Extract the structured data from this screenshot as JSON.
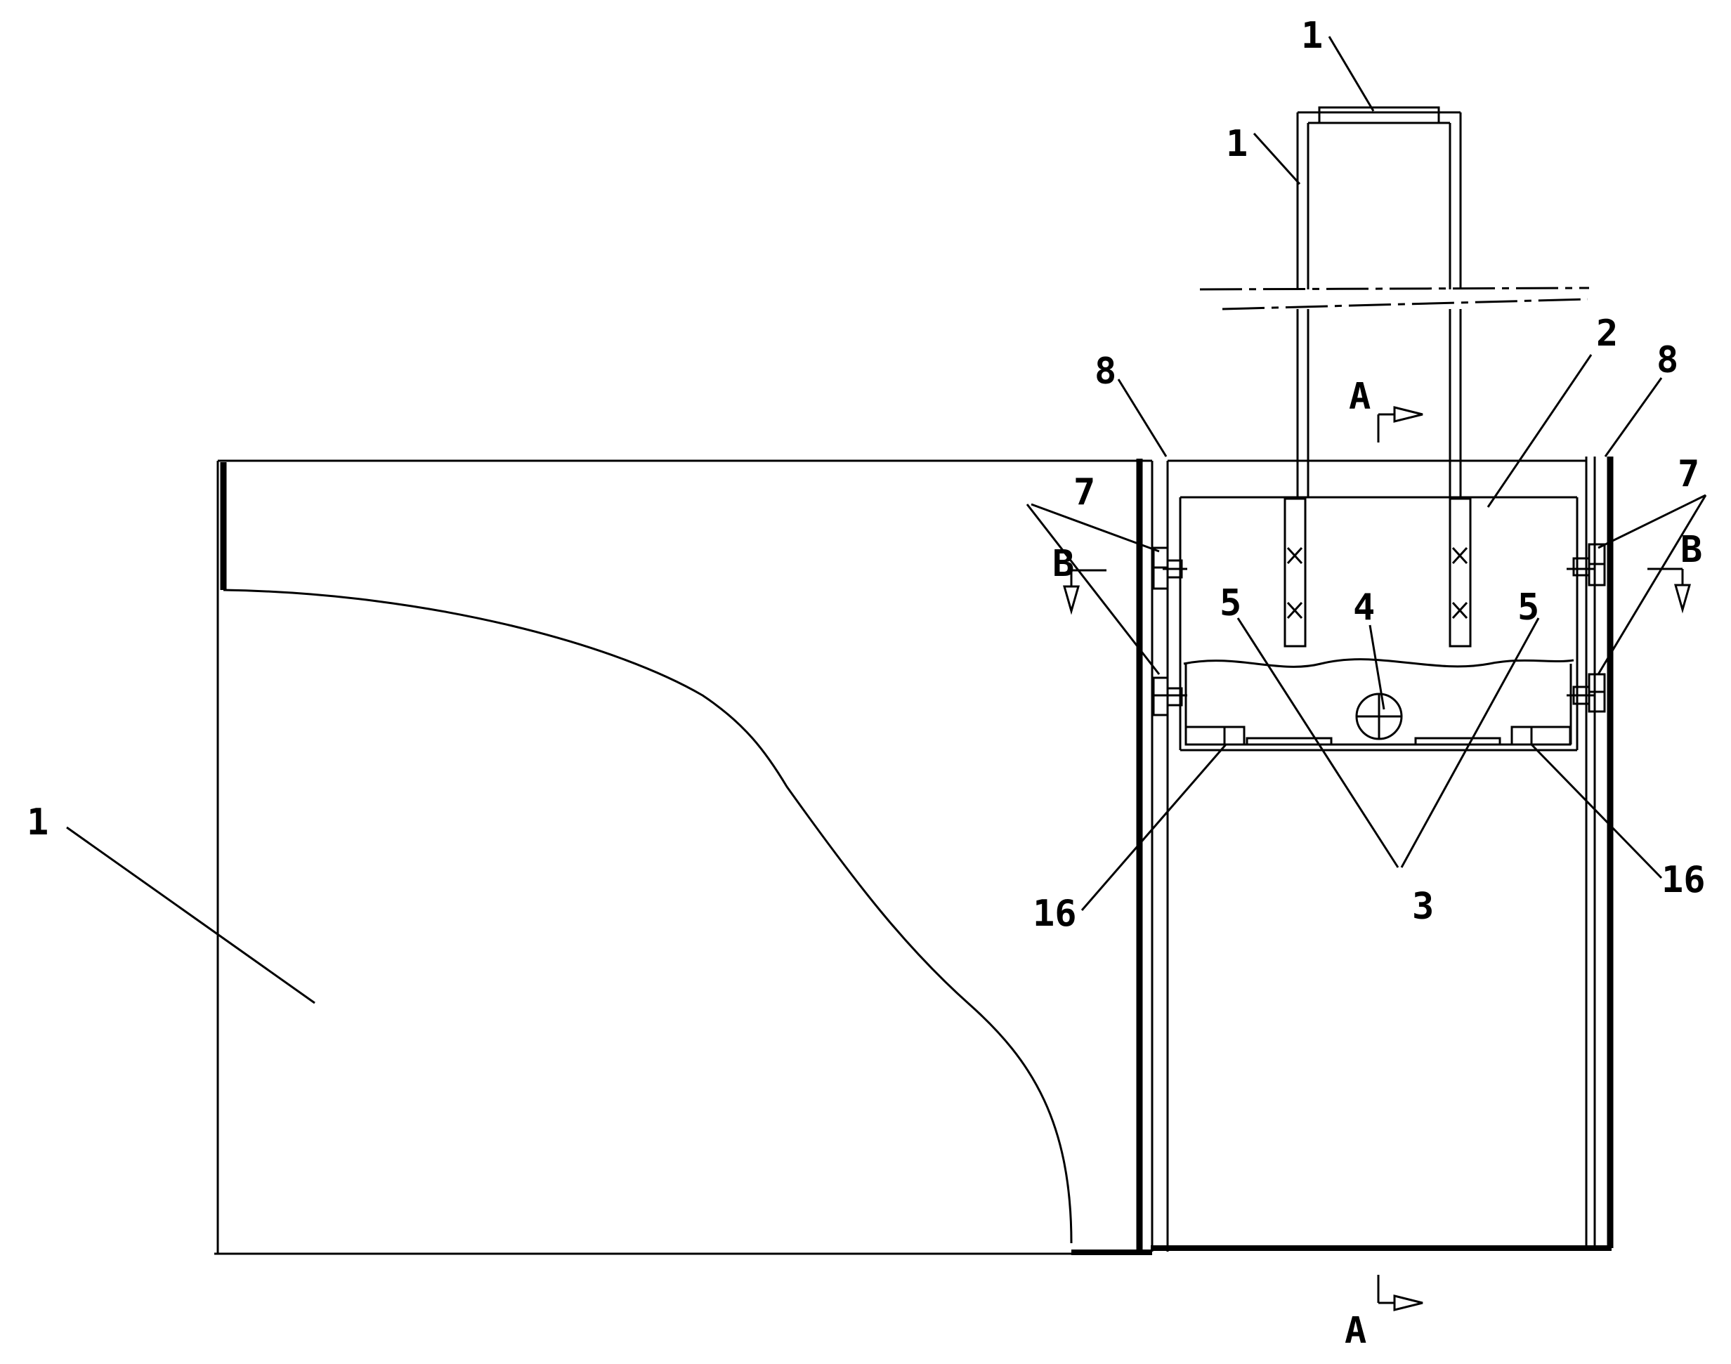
{
  "drawing": {
    "type": "mechanical-section-drawing",
    "line_color": "#000000",
    "background": "#ffffff"
  },
  "labels": {
    "top_bar": "1",
    "handle_frame": "1",
    "left_body": "1",
    "box": "2",
    "bottom_parts": "3",
    "round_element": "4",
    "part5_left": "5",
    "part5_right": "5",
    "bolts_left": "7",
    "bolts_right": "7",
    "guide_left": "8",
    "guide_right": "8",
    "pad_left": "16",
    "pad_right": "16"
  },
  "section_marks": {
    "a_top": "A",
    "a_bottom": "A",
    "b_left": "B",
    "b_right": "B"
  }
}
